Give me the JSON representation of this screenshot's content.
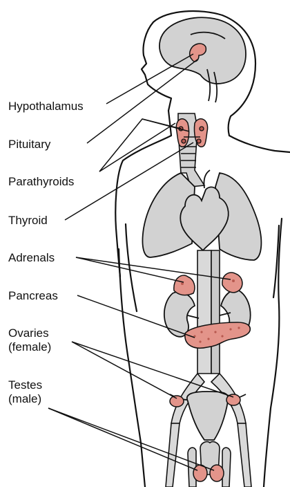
{
  "labels": {
    "hypothalamus": "Hypothalamus",
    "pituitary": "Pituitary",
    "parathyroids": "Parathyroids",
    "thyroid": "Thyroid",
    "adrenals": "Adrenals",
    "pancreas": "Pancreas",
    "ovaries": "Ovaries",
    "ovaries_note": "(female)",
    "testes": "Testes",
    "testes_note": "(male)"
  },
  "colors": {
    "body_fill": "#ffffff",
    "organ_fill": "#d2d2d2",
    "gland_fill": "#e3948a",
    "gland_spot": "#b85a50",
    "outline": "#111111",
    "text": "#111111"
  }
}
